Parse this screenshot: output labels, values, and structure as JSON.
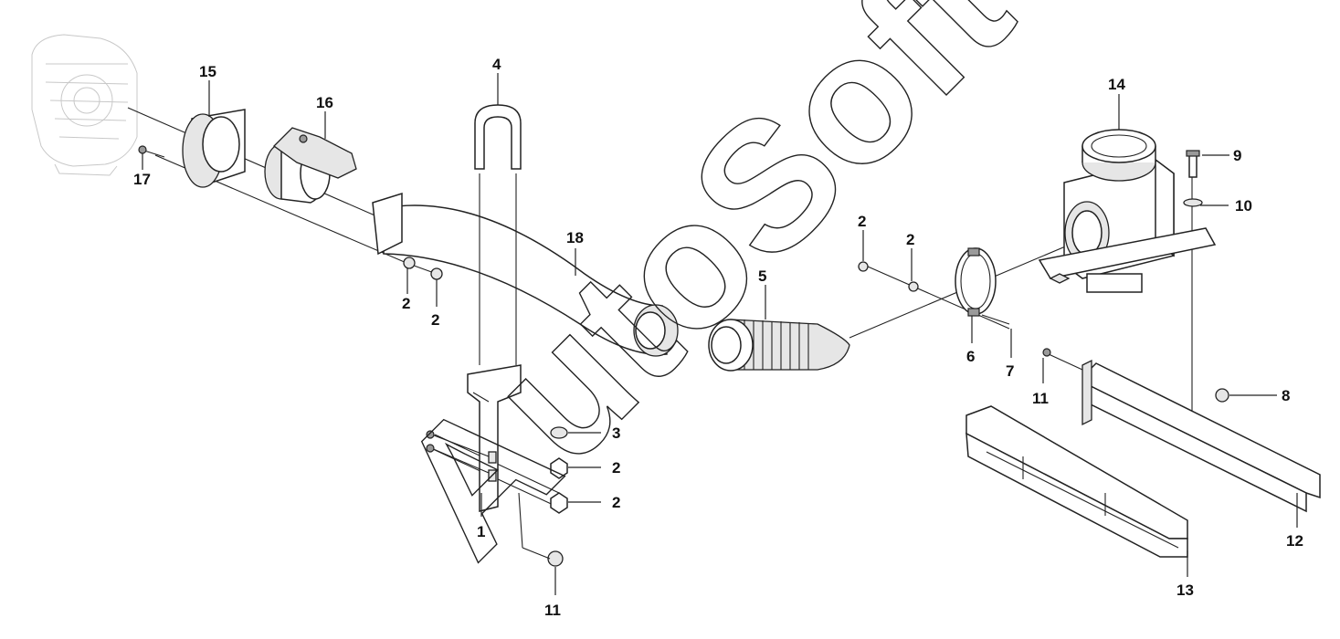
{
  "diagram": {
    "watermark": "AutoSoft",
    "callouts": [
      {
        "key": "c1",
        "label": "1"
      },
      {
        "key": "c2a",
        "label": "2"
      },
      {
        "key": "c2b",
        "label": "2"
      },
      {
        "key": "c2c",
        "label": "2"
      },
      {
        "key": "c2d",
        "label": "2"
      },
      {
        "key": "c2e",
        "label": "2"
      },
      {
        "key": "c2f",
        "label": "2"
      },
      {
        "key": "c3",
        "label": "3"
      },
      {
        "key": "c4",
        "label": "4"
      },
      {
        "key": "c5",
        "label": "5"
      },
      {
        "key": "c6",
        "label": "6"
      },
      {
        "key": "c7",
        "label": "7"
      },
      {
        "key": "c8",
        "label": "8"
      },
      {
        "key": "c9",
        "label": "9"
      },
      {
        "key": "c10",
        "label": "10"
      },
      {
        "key": "c11a",
        "label": "11"
      },
      {
        "key": "c11b",
        "label": "11"
      },
      {
        "key": "c12",
        "label": "12"
      },
      {
        "key": "c13",
        "label": "13"
      },
      {
        "key": "c14",
        "label": "14"
      },
      {
        "key": "c15",
        "label": "15"
      },
      {
        "key": "c16",
        "label": "16"
      },
      {
        "key": "c17",
        "label": "17"
      },
      {
        "key": "c18",
        "label": "18"
      }
    ]
  }
}
